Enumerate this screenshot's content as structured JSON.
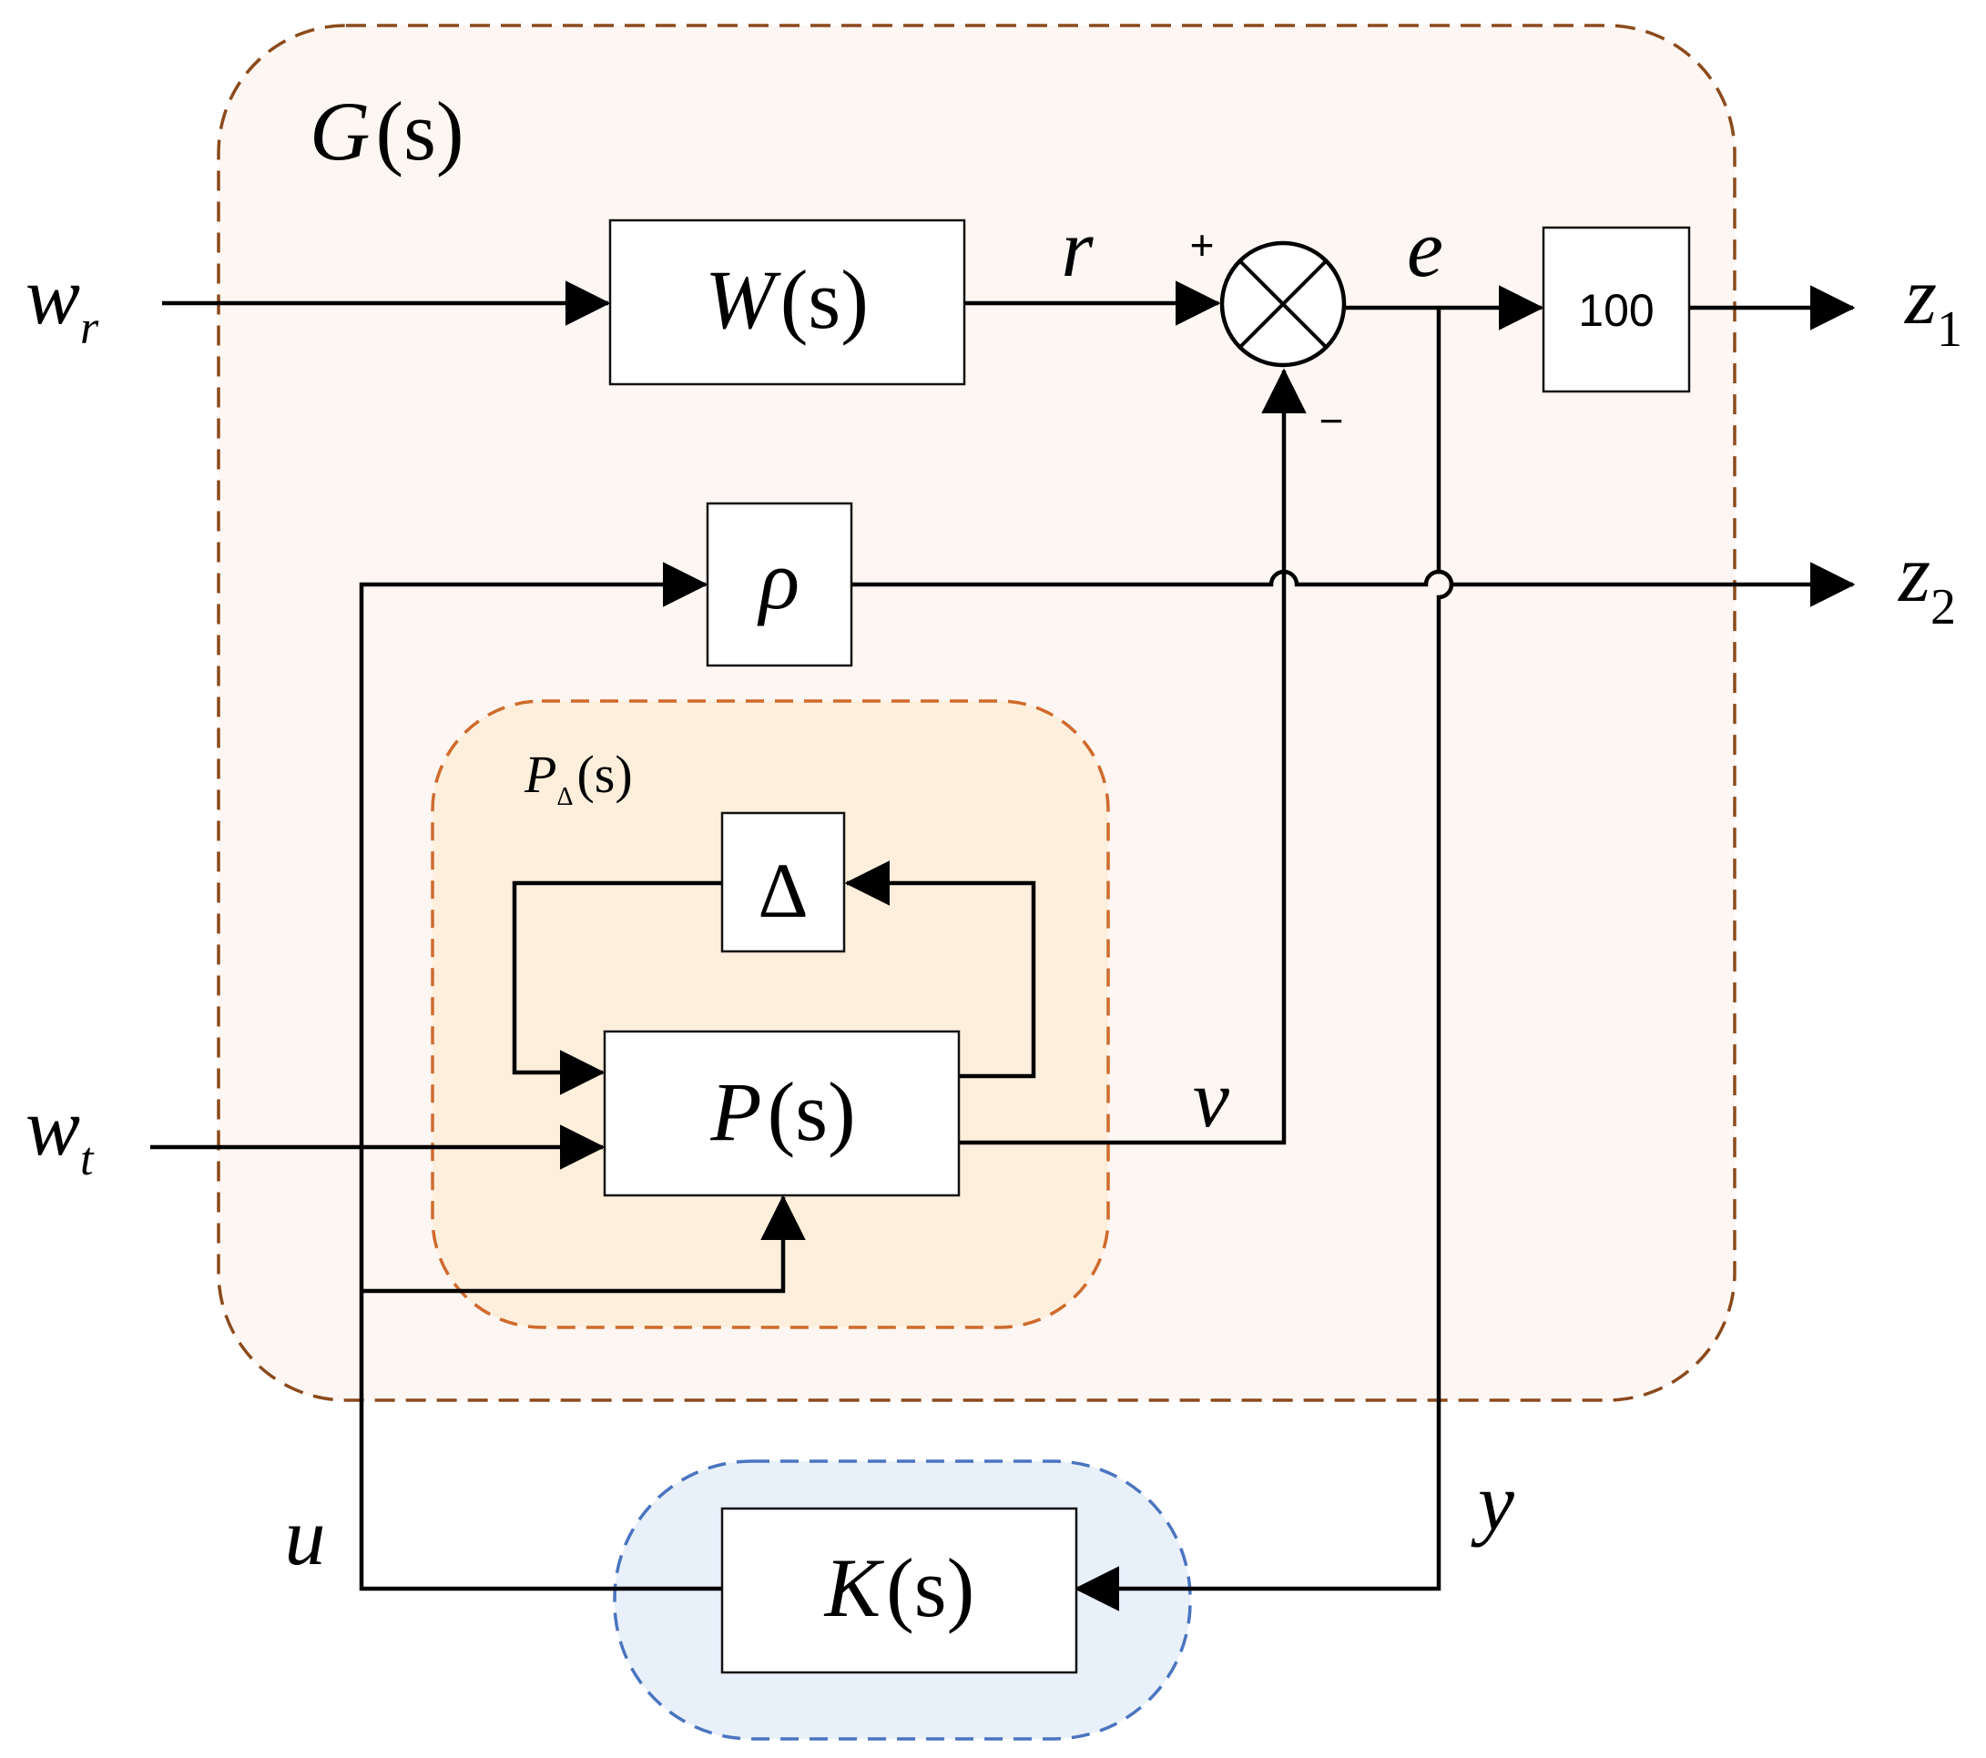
{
  "colors": {
    "outer_region_fill": "#fdf6f2",
    "outer_region_border": "#8b4a1c",
    "uncertain_region_fill": "#fdefdc",
    "uncertain_region_border": "#d06a2c",
    "controller_region_fill": "#e8f0fa",
    "controller_region_border": "#4a74c0"
  },
  "regions": {
    "generalized_plant": {
      "label": "G",
      "arg": "(s)"
    },
    "uncertain_plant": {
      "label": "P",
      "sub": "Δ",
      "arg": "(s)"
    }
  },
  "blocks": {
    "weight": {
      "label": "W",
      "arg": "(s)"
    },
    "summing_junction": {
      "icon": "cross-circle-icon",
      "plus": "+",
      "minus": "−"
    },
    "gain": {
      "label": "100"
    },
    "rho": {
      "label": "ρ"
    },
    "delta": {
      "label": "Δ"
    },
    "plant": {
      "label": "P",
      "arg": "(s)"
    },
    "controller": {
      "label": "K",
      "arg": "(s)"
    }
  },
  "signals": {
    "w_r": {
      "label": "w",
      "sub": "r"
    },
    "w_t": {
      "label": "w",
      "sub": "t"
    },
    "r": "r",
    "e": "e",
    "v": "v",
    "u": "u",
    "y": "y",
    "z1": {
      "label": "z",
      "sub": "1"
    },
    "z2": {
      "label": "z",
      "sub": "2"
    }
  }
}
